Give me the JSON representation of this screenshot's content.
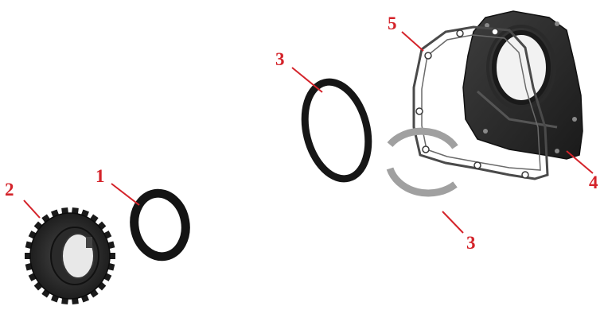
{
  "colors": {
    "callout_text": "#d4232a",
    "leader_line": "#d4232a",
    "part_dark": "#1c1c1c",
    "part_mid": "#3a3a3a",
    "washer_gray": "#9a9a9a",
    "gasket": "#4a4a4a",
    "background": "#ffffff"
  },
  "parts": [
    {
      "id": "crankshaft-gear",
      "callout": "2"
    },
    {
      "id": "front-seal-small",
      "callout": "1"
    },
    {
      "id": "o-ring-large",
      "callout": "3"
    },
    {
      "id": "thrust-washer-halves",
      "callout": "3"
    },
    {
      "id": "cover-gasket",
      "callout": "5"
    },
    {
      "id": "rear-oil-seal-housing",
      "callout": "4"
    }
  ]
}
